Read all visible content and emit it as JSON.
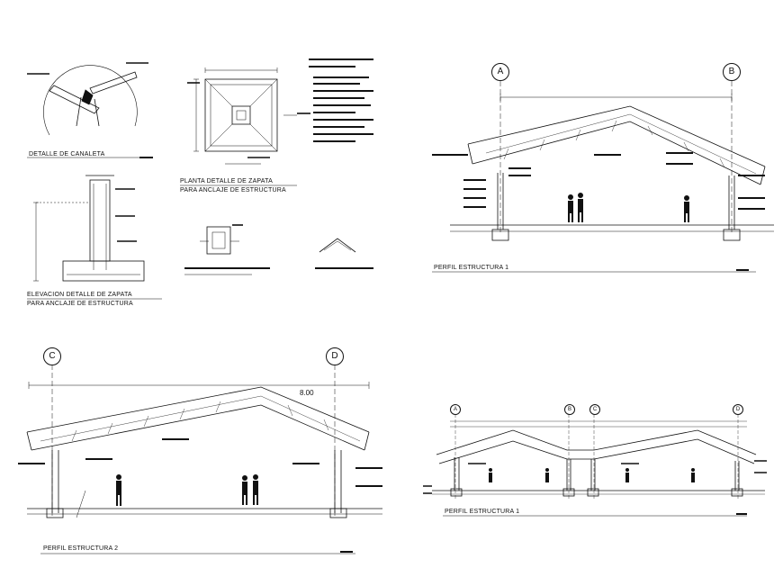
{
  "labels": {
    "detalle_canaleta": "DETALLE DE CANALETA",
    "planta_zapata_1": "PLANTA DETALLE DE ZAPATA",
    "planta_zapata_2": "PARA ANCLAJE DE ESTRUCTURA",
    "elevacion_zapata_1": "ELEVACION DETALLE DE ZAPATA",
    "elevacion_zapata_2": "PARA ANCLAJE DE ESTRUCTURA",
    "perfil_1_top": "PERFIL ESTRUCTURA 1",
    "perfil_2": "PERFIL ESTRUCTURA 2",
    "perfil_1_bottom": "PERFIL ESTRUCTURA 1"
  },
  "axes": {
    "top_left": "A",
    "top_right": "B",
    "mid_left": "C",
    "mid_right": "D",
    "small_1": "A",
    "small_2": "B",
    "small_3": "C",
    "small_4": "D"
  },
  "dimension": "8.00"
}
